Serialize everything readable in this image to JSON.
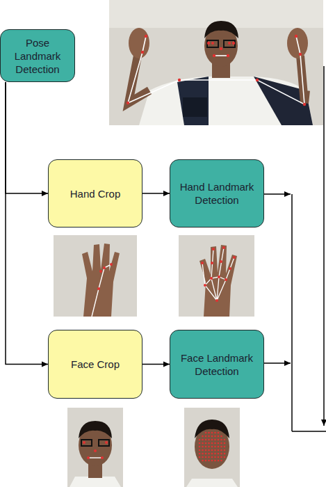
{
  "diagram": {
    "nodes": [
      {
        "text": [
          "Pose Landmark Detection"
        ]
      },
      {
        "text": [
          "Hand Crop"
        ]
      },
      {
        "text": [
          "Hand Landmark Detection"
        ]
      },
      {
        "text": [
          "Face Crop"
        ]
      },
      {
        "text": [
          "Face Landmark Detection"
        ]
      }
    ],
    "edges": [
      {
        "from": 0,
        "to": 1,
        "arrow": "to"
      },
      {
        "from": 0,
        "to": 3,
        "arrow": "to"
      },
      {
        "from": 1,
        "to": 2,
        "arrow": "to"
      },
      {
        "from": 3,
        "to": 4,
        "arrow": "to"
      }
    ]
  }
}
